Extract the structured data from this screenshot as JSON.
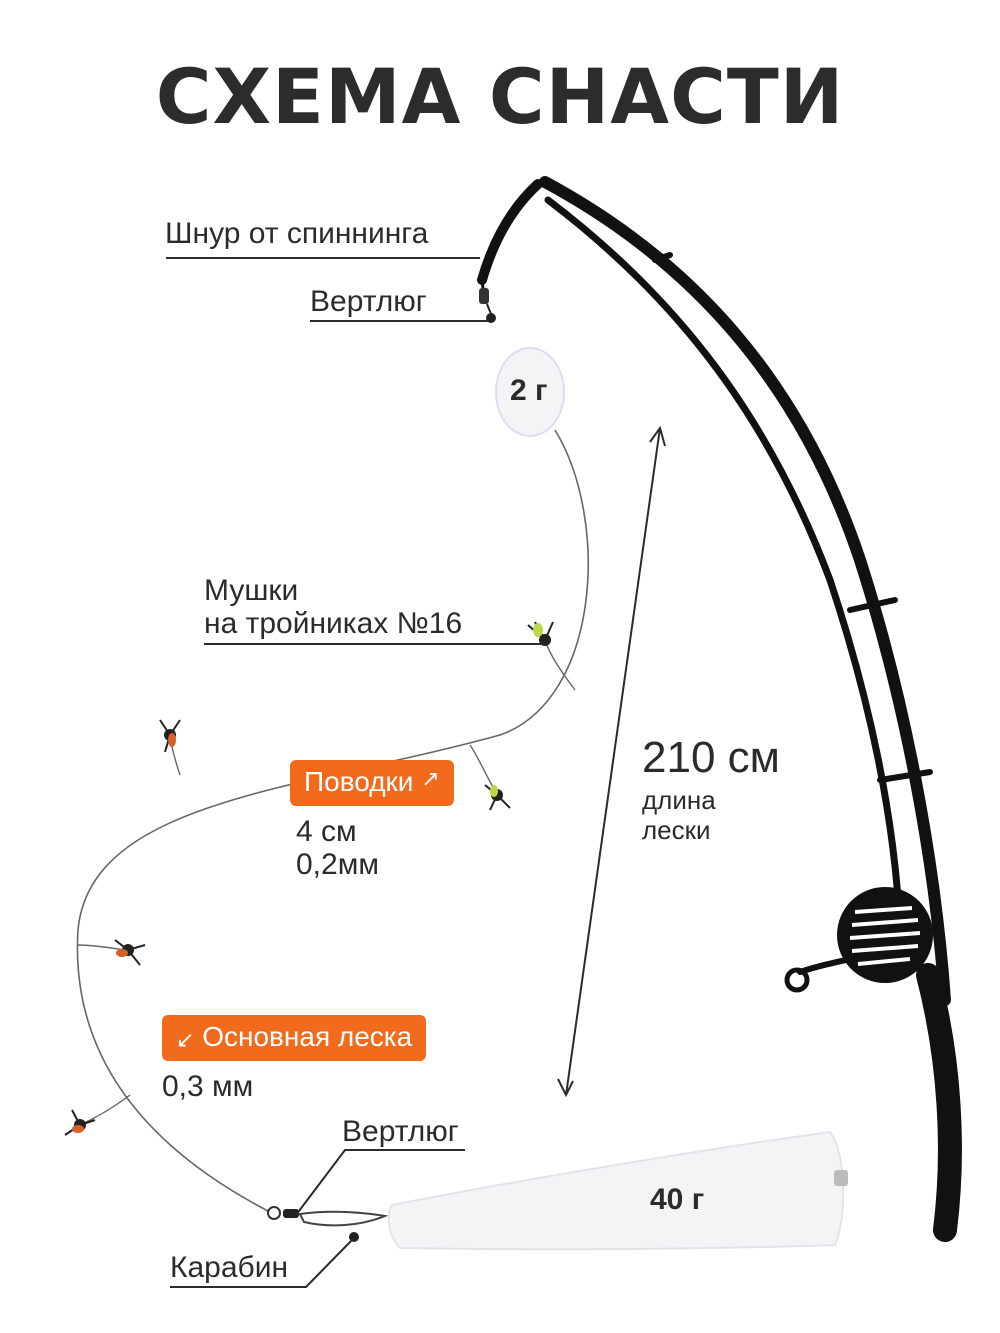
{
  "title": "СХЕМА СНАСТИ",
  "labels": {
    "line_from_rod": "Шнур от спиннинга",
    "swivel_top": "Вертлюг",
    "flies_line1": "Мушки",
    "flies_line2": "на тройниках №16",
    "swivel_bottom": "Вертлюг",
    "snap": "Карабин"
  },
  "leaders": {
    "badge": "Поводки",
    "badge_arrow": "↗",
    "length": "4 см",
    "diameter": "0,2мм"
  },
  "main_line": {
    "badge": "Основная леска",
    "badge_arrow": "↙",
    "diameter": "0,3 мм"
  },
  "weights": {
    "small": "2 г",
    "large": "40 г"
  },
  "line_length": {
    "value": "210 см",
    "caption_line1": "длина",
    "caption_line2": "лески"
  },
  "colors": {
    "accent": "#f26b1d",
    "ink": "#1a1a1a",
    "text": "#2b2b2b"
  }
}
